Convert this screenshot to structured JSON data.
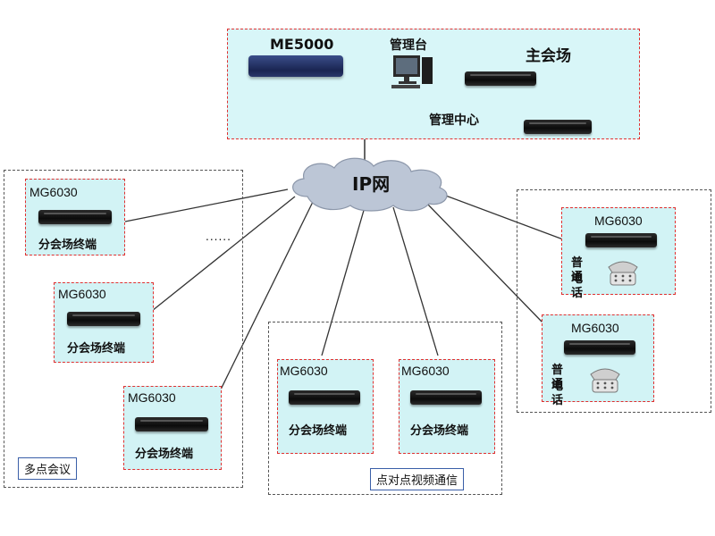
{
  "header": {
    "me5000_label": "ME5000",
    "console_label": "管理台",
    "main_venue_label": "主会场",
    "mgmt_center_label": "管理中心"
  },
  "cloud": {
    "label": "IP网"
  },
  "multipoint": {
    "tag": "多点会议",
    "dots": "......",
    "units": [
      {
        "model": "MG6030",
        "caption": "分会场终端"
      },
      {
        "model": "MG6030",
        "caption": "分会场终端"
      },
      {
        "model": "MG6030",
        "caption": "分会场终端"
      }
    ]
  },
  "p2p": {
    "tag": "点对点视频通信",
    "units": [
      {
        "model": "MG6030",
        "caption": "分会场终端"
      },
      {
        "model": "MG6030",
        "caption": "分会场终端"
      }
    ]
  },
  "phones": {
    "units": [
      {
        "model": "MG6030",
        "line1": "普通",
        "line2": "电话"
      },
      {
        "model": "MG6030",
        "line1": "普通",
        "line2": "电话"
      }
    ]
  },
  "colors": {
    "region_fill": "#d2f3f5",
    "red_dash": "#e03030",
    "cloud": "#bcc6d6",
    "tag_border": "#3a5fa8"
  }
}
